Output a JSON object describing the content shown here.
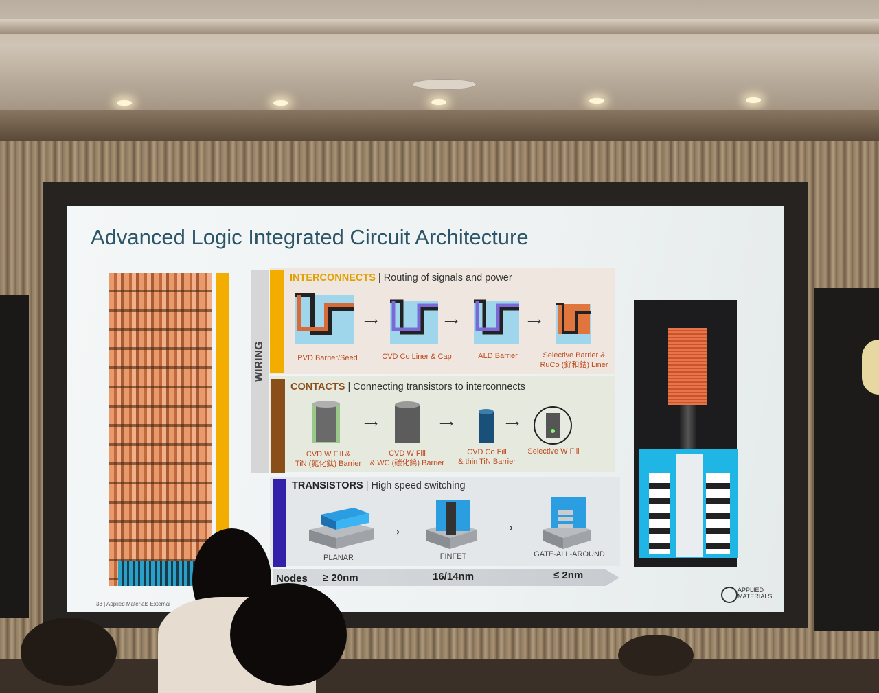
{
  "slide": {
    "title": "Advanced Logic Integrated Circuit Architecture",
    "wiring_label": "WIRING",
    "interconnects": {
      "heading": "INTERCONNECTS",
      "desc": " | Routing of signals and power",
      "steps": [
        "PVD Barrier/Seed",
        "CVD Co Liner & Cap",
        "ALD Barrier",
        "Selective Barrier &",
        "RuCo (釕和鈷) Liner"
      ]
    },
    "contacts": {
      "heading": "CONTACTS",
      "desc": " | Connecting transistors to interconnects",
      "steps": [
        [
          "CVD W Fill &",
          "TiN (氮化鈦) Barrier"
        ],
        [
          "CVD W Fill",
          "& WC (碳化鎢) Barrier"
        ],
        [
          "CVD Co Fill",
          "& thin TiN Barrier"
        ],
        [
          "Selective W Fill",
          ""
        ]
      ]
    },
    "transistors": {
      "heading": "TRANSISTORS",
      "desc": " | High speed switching",
      "steps": [
        "PLANAR",
        "FINFET",
        "GATE-ALL-AROUND"
      ]
    },
    "nodes": {
      "label": "Nodes",
      "values": [
        "≥ 20nm",
        "16/14nm",
        "≤ 2nm"
      ]
    },
    "footer": "33   | Applied Materials External",
    "logo": {
      "line1": "APPLIED",
      "line2": "MATERIALS."
    }
  },
  "colors": {
    "accent_yellow": "#f2ad00",
    "contacts_brown": "#8a4e18",
    "transistors_blue": "#3320a8",
    "title": "#2d5568"
  }
}
